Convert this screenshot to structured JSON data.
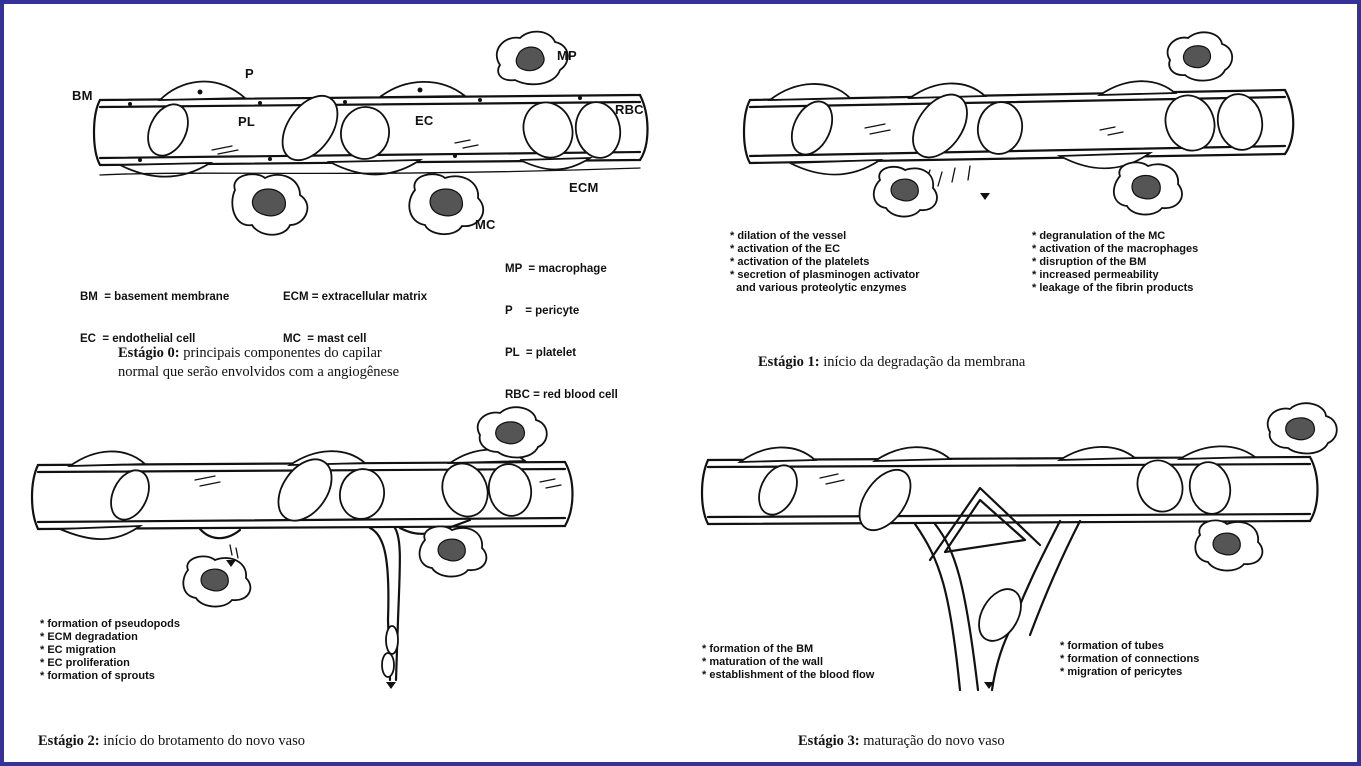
{
  "border_color": "#35339a",
  "stage0": {
    "labels": {
      "bm": "BM",
      "p": "P",
      "mp": "MP",
      "pl": "PL",
      "ec": "EC",
      "rbc": "RBC",
      "ecm": "ECM",
      "mc": "MC"
    },
    "legend": [
      "MP  = macrophage",
      "P    = pericyte",
      "PL  = platelet",
      "RBC = red blood cell"
    ],
    "legend_left": [
      "BM  = basement membrane",
      "EC  = endothelial cell"
    ],
    "legend_mid": [
      "ECM = extracellular matrix",
      "MC  = mast cell"
    ],
    "caption_title": "Estágio 0:",
    "caption_text": " principais componentes do capilar",
    "caption_line2": "normal que serão envolvidos com a  angiogênese"
  },
  "stage1": {
    "notes_left": [
      "* dilation of the vessel",
      "* activation of the EC",
      "* activation of the platelets",
      "* secretion of plasminogen activator",
      "  and various proteolytic enzymes"
    ],
    "notes_right": [
      "* degranulation of the MC",
      "* activation of the macrophages",
      "* disruption of the BM",
      "* increased permeability",
      "* leakage of the fibrin products"
    ],
    "caption_title": "Estágio 1:",
    "caption_text": " início da degradação da membrana"
  },
  "stage2": {
    "notes": [
      "* formation of pseudopods",
      "* ECM degradation",
      "* EC migration",
      "* EC proliferation",
      "* formation of sprouts"
    ],
    "caption_title": "Estágio 2:",
    "caption_text": " início do brotamento do novo vaso"
  },
  "stage3": {
    "notes_left": [
      "* formation of the BM",
      "* maturation of the wall",
      "* establishment of the blood flow"
    ],
    "notes_right": [
      "* formation of tubes",
      "* formation of connections",
      "* migration of pericytes"
    ],
    "caption_title": "Estágio 3:",
    "caption_text": " maturação do novo vaso"
  }
}
